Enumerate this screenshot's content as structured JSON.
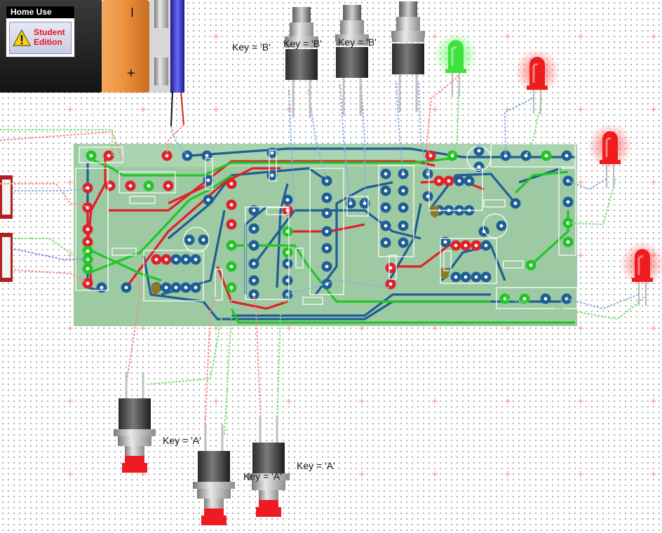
{
  "badge": {
    "title": "Home Use",
    "line1": "Student",
    "line2": "Edition",
    "icon": "warning-icon"
  },
  "battery": {
    "minus_symbol": "I",
    "plus_symbol": "+"
  },
  "switches_top": [
    {
      "key_label": "Key = 'B'"
    },
    {
      "key_label": "Key = 'B'"
    },
    {
      "key_label": "Key = 'B'"
    }
  ],
  "switches_bottom": [
    {
      "key_label": "Key = 'A'"
    },
    {
      "key_label": "Key = 'A'"
    },
    {
      "key_label": "Key = 'A'"
    }
  ],
  "leds": [
    {
      "color": "green",
      "hex": "#3ee23e"
    },
    {
      "color": "red",
      "hex": "#ee1c1c"
    },
    {
      "color": "red",
      "hex": "#ee1c1c"
    },
    {
      "color": "red",
      "hex": "#ee1c1c"
    }
  ],
  "colors": {
    "board": "#9cc9a2",
    "track_blue": "#1f5d95",
    "track_red": "#e0202a",
    "track_green": "#22c526",
    "battery_orange": "#ec8f3a",
    "battery_black": "#1e1e1e",
    "wire_blue": "#3535c8"
  }
}
